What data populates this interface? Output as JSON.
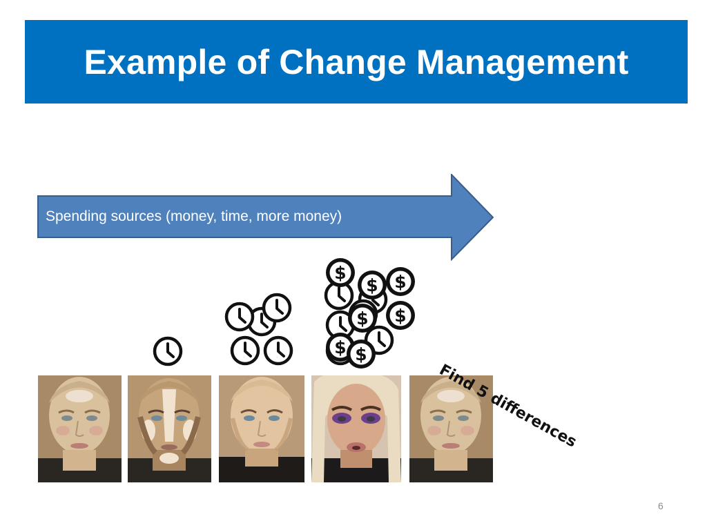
{
  "slide": {
    "title": "Example of Change Management",
    "arrow_label": "Spending sources (money, time, more money)",
    "annotation": "Find 5 differences",
    "page_number": "6"
  },
  "colors": {
    "title_bar": "#0070c0",
    "arrow_fill": "#4f81bd",
    "arrow_stroke": "#385d8a"
  },
  "icons": {
    "clock": "clock-icon",
    "dollar": "dollar-coin-icon"
  },
  "faces": [
    {
      "name": "face-no-makeup",
      "stage": "bare"
    },
    {
      "name": "face-contour-applied",
      "stage": "contour"
    },
    {
      "name": "face-blended",
      "stage": "blended"
    },
    {
      "name": "face-full-glam",
      "stage": "glam"
    },
    {
      "name": "face-no-makeup-repeat",
      "stage": "bare"
    }
  ]
}
